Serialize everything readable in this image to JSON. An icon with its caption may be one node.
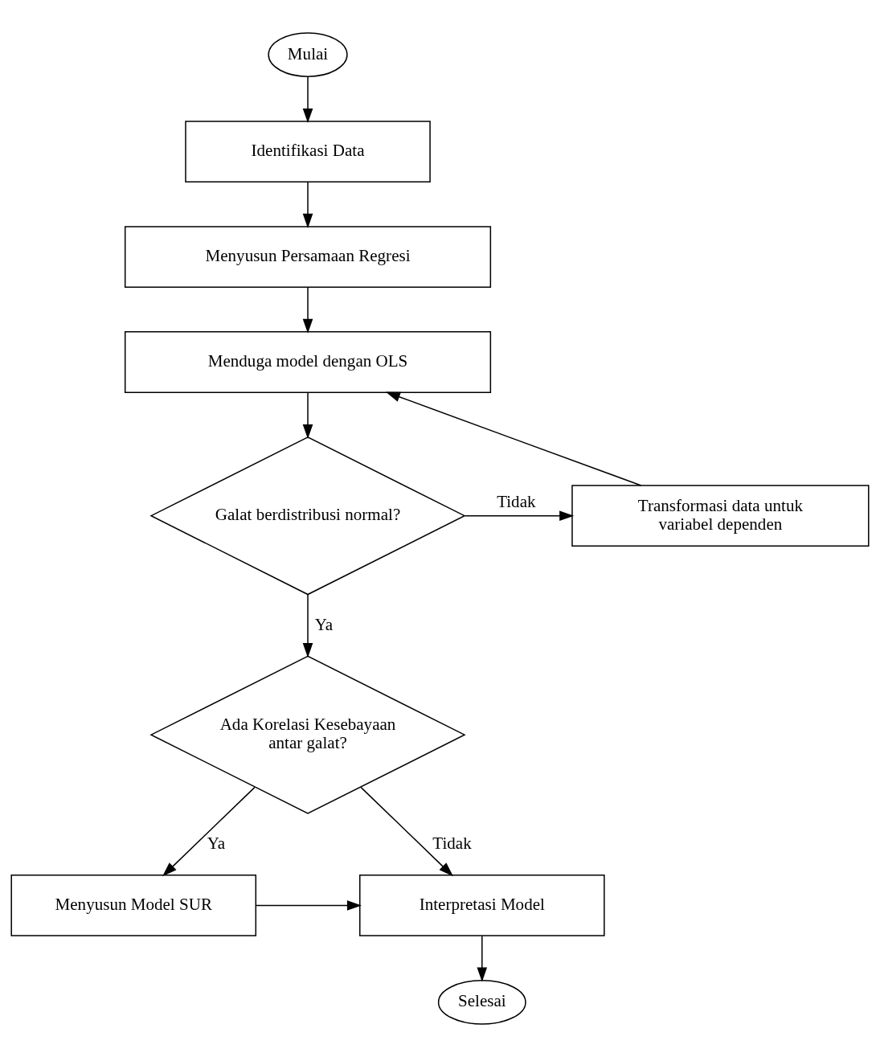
{
  "diagram": {
    "nodes": [
      {
        "text": [
          "Mulai"
        ]
      },
      {
        "text": [
          "Identifikasi Data"
        ]
      },
      {
        "text": [
          "Menyusun Persamaan Regresi"
        ]
      },
      {
        "text": [
          "Menduga model dengan OLS"
        ]
      },
      {
        "text": [
          "Galat berdistribusi normal?"
        ]
      },
      {
        "text": [
          "Transformasi data untuk variabel dependen"
        ]
      },
      {
        "text": [
          "Ada Korelasi Kesebayaan antar galat?"
        ]
      },
      {
        "text": [
          "Menyusun Model SUR"
        ]
      },
      {
        "text": [
          "Interpretasi Model"
        ]
      },
      {
        "text": [
          "Selesai"
        ]
      }
    ],
    "edges": [
      {
        "from": 0,
        "to": 1,
        "arrow": "to"
      },
      {
        "from": 1,
        "to": 2,
        "arrow": "to"
      },
      {
        "from": 2,
        "to": 3,
        "arrow": "to"
      },
      {
        "from": 3,
        "to": 4,
        "arrow": "to"
      },
      {
        "from": 4,
        "to": 5,
        "arrow": "to",
        "label": "Tidak"
      },
      {
        "from": 5,
        "to": 3,
        "arrow": "to"
      },
      {
        "from": 4,
        "to": 6,
        "arrow": "to",
        "label": "Ya"
      },
      {
        "from": 6,
        "to": 8,
        "arrow": "to",
        "label": "Tidak"
      },
      {
        "from": 6,
        "to": 7,
        "arrow": "to",
        "label": "Ya"
      },
      {
        "from": 7,
        "to": 8,
        "arrow": "to"
      },
      {
        "from": 8,
        "to": 9,
        "arrow": "to"
      }
    ]
  }
}
